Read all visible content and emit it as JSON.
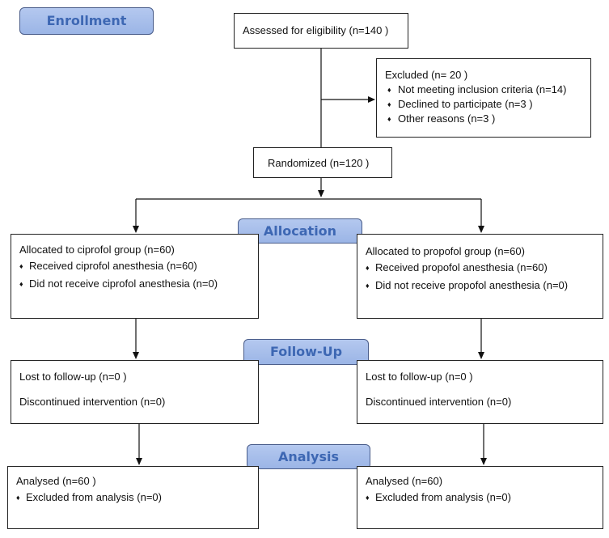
{
  "stages": {
    "enrollment": "Enrollment",
    "allocation": "Allocation",
    "followup": "Follow-Up",
    "analysis": "Analysis"
  },
  "assessed": "Assessed for eligibility (n=140  )",
  "excluded": {
    "title": "Excluded  (n=  20 )",
    "items": [
      "Not meeting inclusion criteria (n=14)",
      "Declined to participate (n=3 )",
      "Other reasons (n=3 )"
    ]
  },
  "randomized": "Randomized (n=120  )",
  "bullet": "♦",
  "left": {
    "allocation": {
      "title": "Allocated to ciprofol group (n=60)",
      "items": [
        "Received ciprofol anesthesia (n=60)",
        "Did not receive ciprofol anesthesia (n=0)"
      ]
    },
    "followup": {
      "lost": "Lost to follow-up  (n=0  )",
      "discontinued": "Discontinued intervention (n=0)"
    },
    "analysis": {
      "title": "Analysed  (n=60 )",
      "items": [
        "Excluded from analysis  (n=0)"
      ]
    }
  },
  "right": {
    "allocation": {
      "title": "Allocated to propofol group (n=60)",
      "items": [
        "Received propofol anesthesia (n=60)",
        "Did not receive propofol anesthesia (n=0)"
      ]
    },
    "followup": {
      "lost": "Lost to follow-up (n=0 )",
      "discontinued": "Discontinued intervention (n=0)"
    },
    "analysis": {
      "title": "Analysed  (n=60)",
      "items": [
        "Excluded from analysis (n=0)"
      ]
    }
  }
}
